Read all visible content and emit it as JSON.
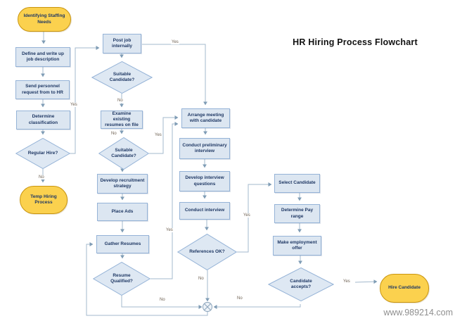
{
  "title": "HR Hiring Process Flowchart",
  "watermark": "www.989214.com",
  "colors": {
    "process_fill": "#dce6f1",
    "process_border": "#95b3d7",
    "decision_fill": "#dee8f3",
    "terminator_fill": "#fbd14e",
    "terminator_border": "#c9950f",
    "connector": "#a3b8cc",
    "node_text": "#1f3864",
    "edge_label_text": "#6e6152"
  },
  "nodes": {
    "identifying_staffing_needs": {
      "label": "Identifying Staffing Needs",
      "type": "terminator"
    },
    "define_job_description": {
      "label": "Define and write up job description",
      "type": "process"
    },
    "send_personnel_request": {
      "label": "Send personnel request from to HR",
      "type": "process"
    },
    "determine_classification": {
      "label": "Determine classification",
      "type": "process"
    },
    "regular_hire": {
      "label": "Regular Hire?",
      "type": "decision"
    },
    "temp_hiring_process": {
      "label": "Temp Hiring Process",
      "type": "terminator"
    },
    "post_job_internally": {
      "label": "Post job internally",
      "type": "process"
    },
    "suitable_candidate_1": {
      "label": "Suitable Candidate?",
      "type": "decision"
    },
    "examine_existing_resumes": {
      "label": "Examine existing resumes on file",
      "type": "process"
    },
    "suitable_candidate_2": {
      "label": "Suitable Candidate?",
      "type": "decision"
    },
    "develop_recruitment_strategy": {
      "label": "Develop recruitment strategy",
      "type": "process"
    },
    "place_ads": {
      "label": "Place Ads",
      "type": "process"
    },
    "gather_resumes": {
      "label": "Gather Resumes",
      "type": "process"
    },
    "resume_qualified": {
      "label": "Resume Qualified?",
      "type": "decision"
    },
    "arrange_meeting": {
      "label": "Arrange meeting with candidate",
      "type": "process"
    },
    "conduct_preliminary_interview": {
      "label": "Conduct preliminary interview",
      "type": "process"
    },
    "develop_interview_questions": {
      "label": "Develop interview questions",
      "type": "process"
    },
    "conduct_interview": {
      "label": "Conduct interview",
      "type": "process"
    },
    "references_ok": {
      "label": "References OK?",
      "type": "decision"
    },
    "select_candidate": {
      "label": "Select Candidate",
      "type": "process"
    },
    "determine_pay_range": {
      "label": "Determine Pay range",
      "type": "process"
    },
    "make_employment_offer": {
      "label": "Make employment offer",
      "type": "process"
    },
    "candidate_accepts": {
      "label": "Candidate accepts?",
      "type": "decision"
    },
    "hire_candidate": {
      "label": "Hire Candidate",
      "type": "terminator"
    }
  },
  "edge_labels": {
    "regular_hire_yes": "Yes",
    "regular_hire_no": "No",
    "post_job_yes": "Yes",
    "suitable1_no": "No",
    "examine_no": "No",
    "suitable2_yes": "Yes",
    "resume_qualified_yes": "Yes",
    "resume_qualified_no": "No",
    "references_yes": "Yes",
    "references_no": "No",
    "accepts_yes": "Yes",
    "accepts_no": "No"
  }
}
